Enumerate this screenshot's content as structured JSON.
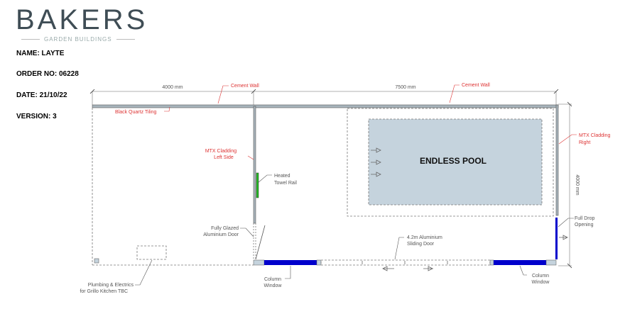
{
  "logo": {
    "name": "BAKERS",
    "tagline": "GARDEN BUILDINGS"
  },
  "meta": {
    "name": "NAME: LAYTE",
    "order": "ORDER NO: 06228",
    "date": "DATE:  21/10/22",
    "version": "VERSION: 3"
  },
  "dimensions": {
    "left_width": "4000 mm",
    "right_width": "7500 mm",
    "depth": "4000 mm"
  },
  "labels": {
    "cement_wall_left": "Cement Wall",
    "cement_wall_right": "Cement Wall",
    "black_quartz": "Black Quartz Tiling",
    "mtx_left_1": "MTX Cladding",
    "mtx_left_2": "Left Side",
    "mtx_right_1": "MTX Cladding",
    "mtx_right_2": "Right",
    "towel_1": "Heated",
    "towel_2": "Towel Rail",
    "door_1": "Fully Glazed",
    "door_2": "Aluminium Door",
    "plumb_1": "Plumbing & Electrics",
    "plumb_2": "for Grillo Kitchen TBC",
    "col_left_1": "Column",
    "col_left_2": "Window",
    "col_right_1": "Column",
    "col_right_2": "Window",
    "slide_1": "4.2m Aluminium",
    "slide_2": "Sliding Door",
    "drop_1": "Full Drop",
    "drop_2": "Opening",
    "pool": "ENDLESS POOL"
  },
  "colors": {
    "wall": "#8f9aa3",
    "window": "#0000cc",
    "towel": "#22bb22",
    "pool": "#c5d3dd",
    "annotation": "#d33333"
  }
}
